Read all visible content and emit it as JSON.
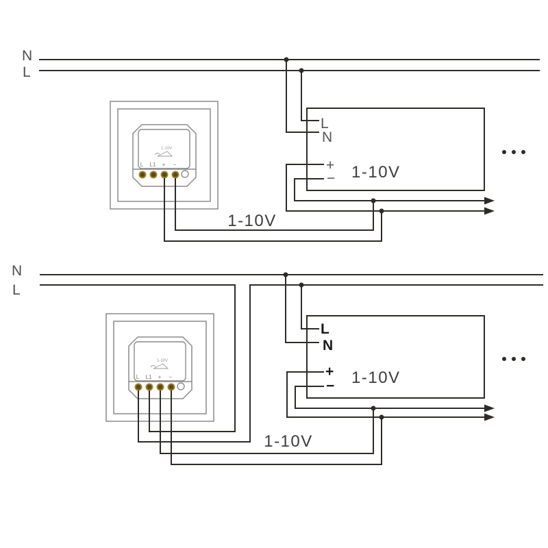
{
  "colors": {
    "wire": "#2e2a26",
    "enclosure_outline": "#8a8a8a",
    "terminal_gold": "#5d4b11",
    "terminal_gold_ring": "#a0832a",
    "label_gray": "#4d4d4d",
    "label_dark": "#1a1a1a"
  },
  "diagrams": {
    "top": {
      "bus": {
        "n": "N",
        "l": "L"
      },
      "dimmer": {
        "terminals": [
          "L",
          "L1",
          "+",
          "−"
        ],
        "screen_icon_text": "1-10V"
      },
      "driver": {
        "l": "L",
        "n": "N",
        "plus": "+",
        "minus": "−",
        "signal": "1-10V"
      },
      "signal_wire_label": "1-10V"
    },
    "bottom": {
      "bus": {
        "n": "N",
        "l": "L"
      },
      "dimmer": {
        "terminals": [
          "L",
          "L1",
          "+",
          "−"
        ],
        "screen_icon_text": "1-10V"
      },
      "driver": {
        "l": "L",
        "n": "N",
        "plus": "+",
        "minus": "−",
        "signal": "1-10V"
      },
      "signal_wire_label": "1-10V"
    }
  }
}
